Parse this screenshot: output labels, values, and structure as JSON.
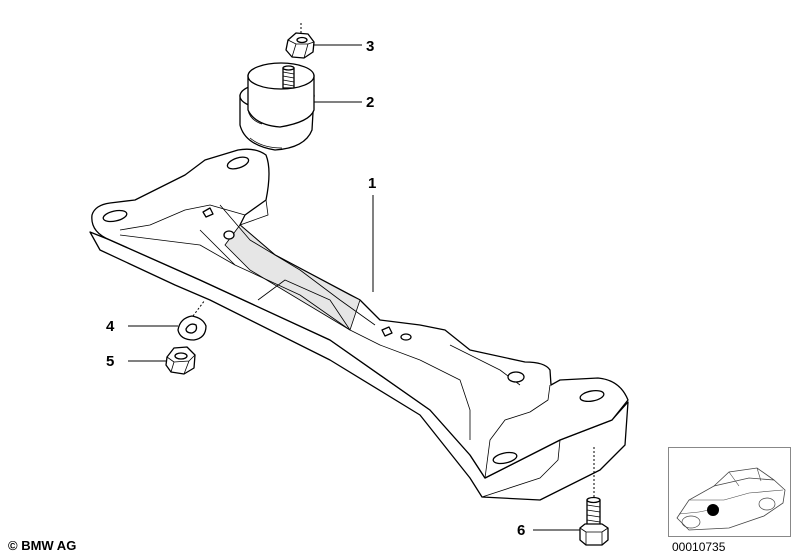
{
  "copyright": "© BMW AG",
  "document_number": "00010735",
  "callouts": {
    "c1": "1",
    "c2": "2",
    "c3": "3",
    "c4": "4",
    "c5": "5",
    "c6": "6"
  },
  "icons": {
    "crossmember": "transmission-crossmember-icon",
    "mount": "rubber-mount-icon",
    "nut": "hex-nut-icon",
    "washer": "washer-icon",
    "bolt": "hex-bolt-icon",
    "car": "vehicle-location-icon"
  }
}
